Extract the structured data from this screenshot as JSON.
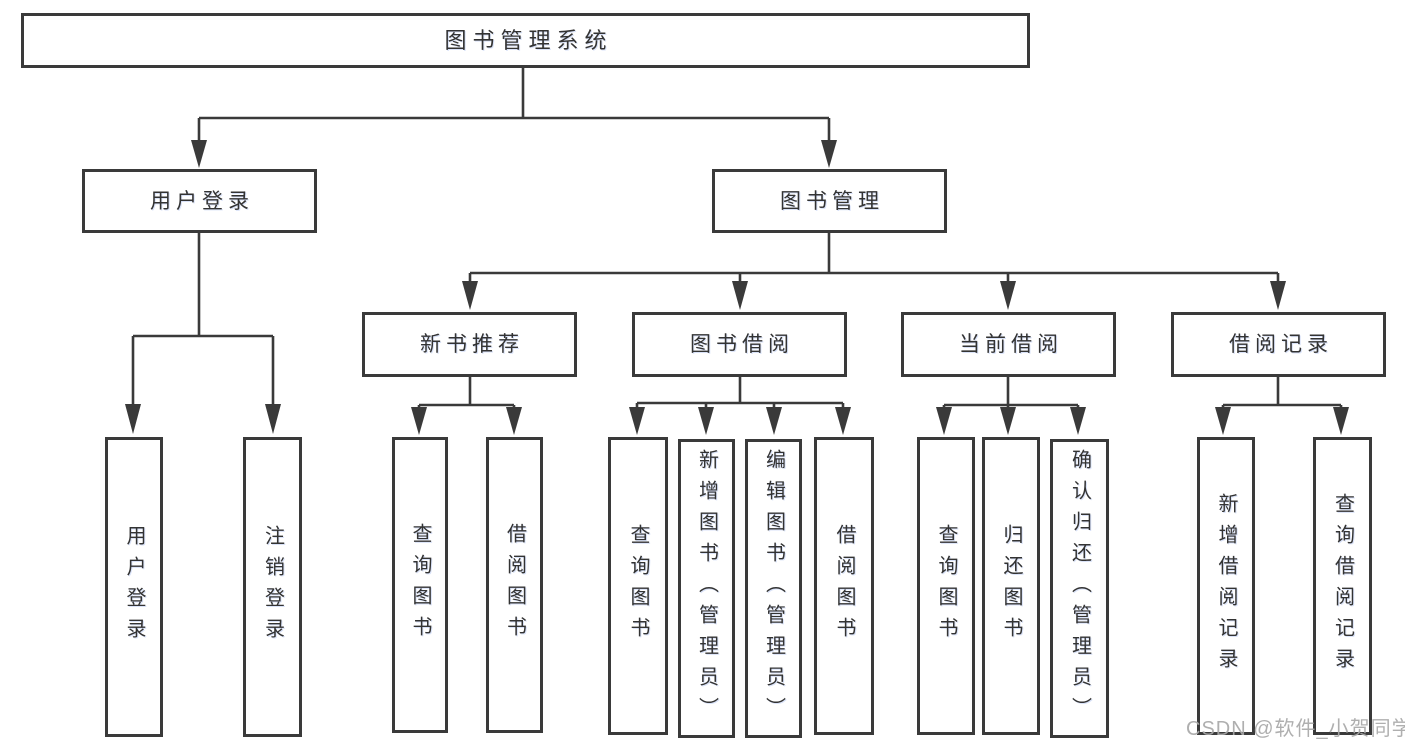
{
  "diagram": {
    "type": "functional-structure-tree",
    "nodes": {
      "root": "图书管理系统",
      "user_login": "用户登录",
      "book_mgmt": "图书管理",
      "new_books": "新书推荐",
      "book_borrow": "图书借阅",
      "current_borrow": "当前借阅",
      "borrow_records": "借阅记录",
      "leaf_user_login": "用户登录",
      "leaf_logout": "注销登录",
      "nb_query_books": "查询图书",
      "nb_borrow_books": "借阅图书",
      "bb_query_books": "查询图书",
      "bb_add_books": "新增图书（管理员）",
      "bb_edit_books": "编辑图书（管理员）",
      "bb_borrow_books": "借阅图书",
      "cb_query_books": "查询图书",
      "cb_return_books": "归还图书",
      "cb_confirm_return": "确认归还（管理员）",
      "br_add_record": "新增借阅记录",
      "br_query_record": "查询借阅记录"
    },
    "edges": [
      "root->user_login",
      "root->book_mgmt",
      "user_login->leaf_user_login",
      "user_login->leaf_logout",
      "book_mgmt->new_books",
      "book_mgmt->book_borrow",
      "book_mgmt->current_borrow",
      "book_mgmt->borrow_records",
      "new_books->nb_query_books",
      "new_books->nb_borrow_books",
      "book_borrow->bb_query_books",
      "book_borrow->bb_add_books",
      "book_borrow->bb_edit_books",
      "book_borrow->bb_borrow_books",
      "current_borrow->cb_query_books",
      "current_borrow->cb_return_books",
      "current_borrow->cb_confirm_return",
      "borrow_records->br_add_record",
      "borrow_records->br_query_record"
    ],
    "colors": {
      "line": "#3a3a3a",
      "border": "#3a3a3a",
      "text": "#333333",
      "background": "#ffffff",
      "watermark": "#a8a8a8"
    }
  },
  "watermark": "CSDN @软件_小贺同学"
}
